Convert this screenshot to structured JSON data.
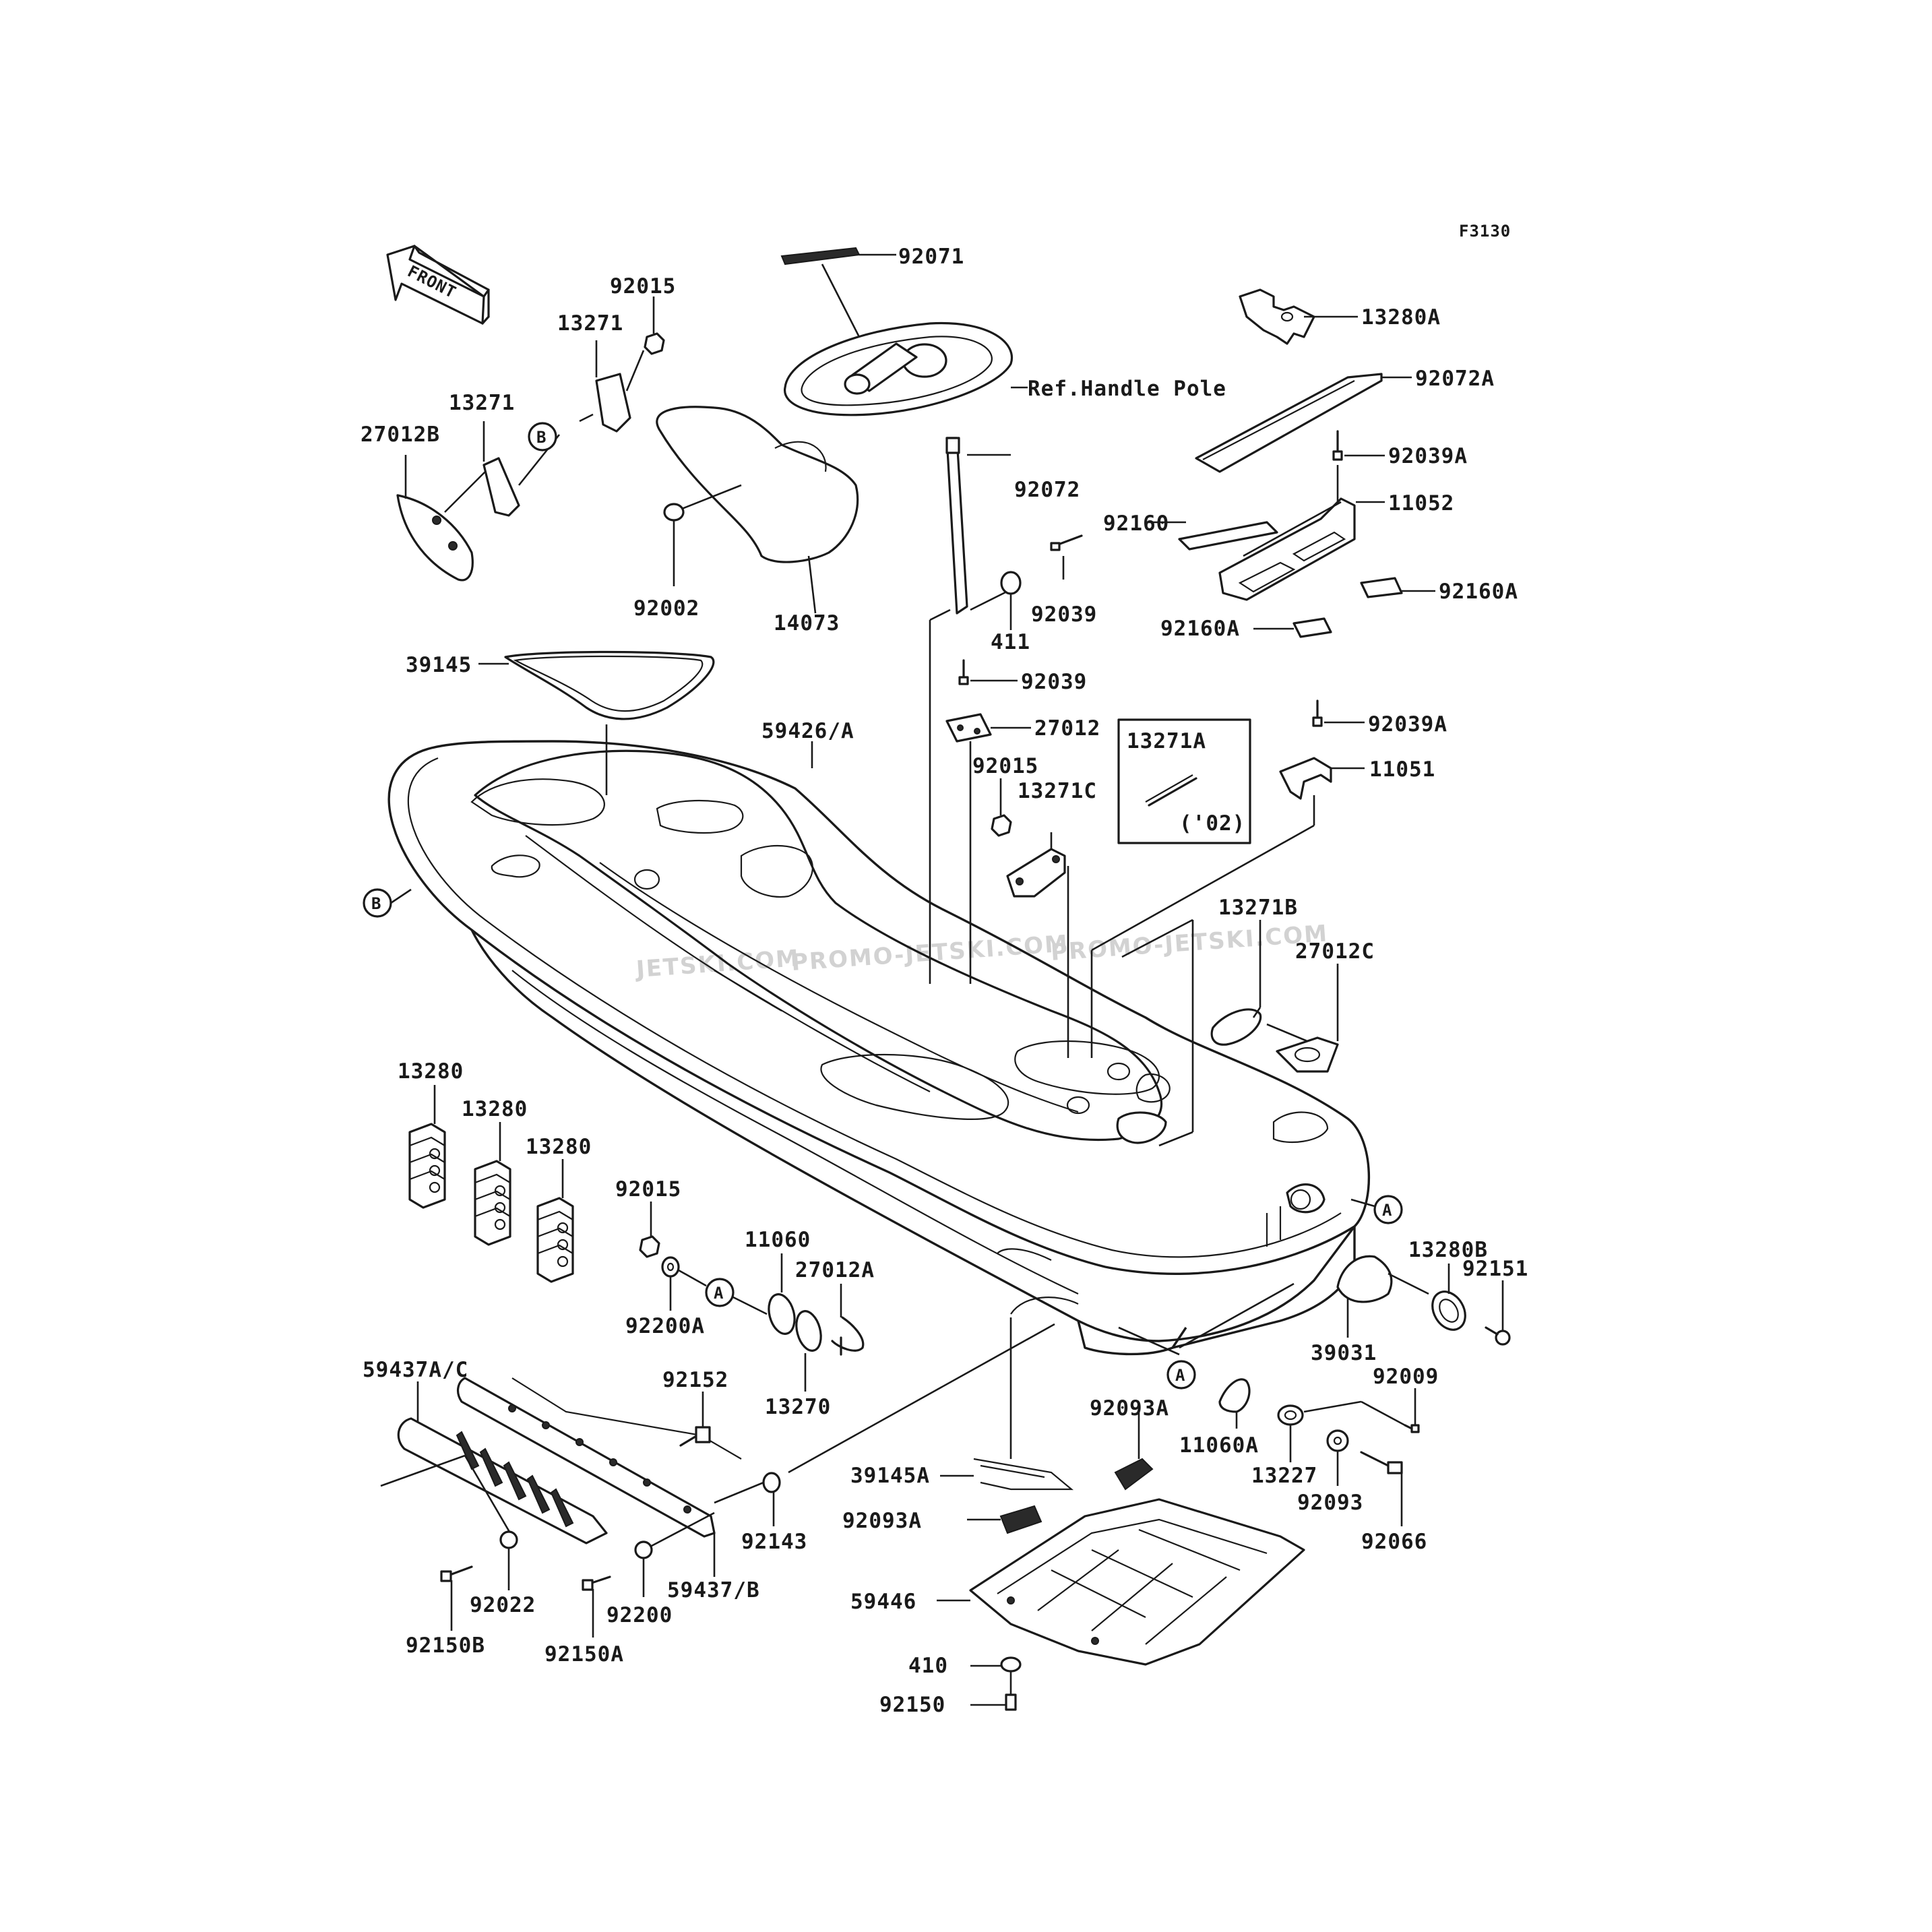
{
  "diagram": {
    "figure_code": "F3130",
    "front_arrow_text": "FRONT",
    "reference_text": "Ref.Handle Pole",
    "callout_a": "A",
    "callout_b": "B",
    "inset": {
      "part": "13271A",
      "note": "('02)"
    },
    "watermark": [
      "JETSKI.COM",
      "PROMO-JETSKI.COM",
      "PROMO-JETSKI.COM"
    ],
    "part_labels": [
      "92071",
      "13280A",
      "92015",
      "13271",
      "Ref.Handle Pole",
      "92072A",
      "13271",
      "27012B",
      "92039A",
      "11052",
      "92160",
      "92072",
      "92002",
      "14073",
      "411",
      "92039",
      "92160A",
      "92160A",
      "39145",
      "92039",
      "27012",
      "59426/A",
      "92039A",
      "11051",
      "92015",
      "13271C",
      "13271B",
      "27012C",
      "13280",
      "13280",
      "13280",
      "92015",
      "11060",
      "27012A",
      "92200A",
      "13280B",
      "92151",
      "39031",
      "59437A/C",
      "92152",
      "13270",
      "92009",
      "92093A",
      "11060A",
      "39145A",
      "13227",
      "92093",
      "92066",
      "92093A",
      "92143",
      "59437/B",
      "59446",
      "92022",
      "92200",
      "92150B",
      "92150A",
      "410",
      "92150"
    ]
  }
}
